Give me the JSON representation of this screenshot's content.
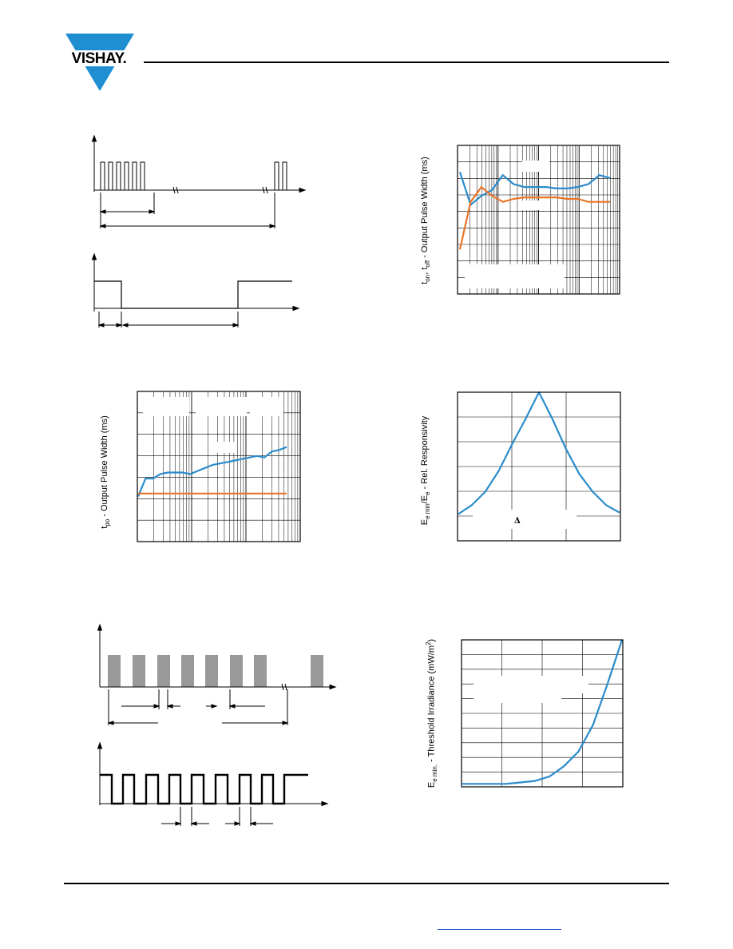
{
  "header": {
    "brand": "VISHAY.",
    "brand_color": "#1f8fd2"
  },
  "colors": {
    "blue_series": "#2a8ccc",
    "orange_series": "#ea7427",
    "axis": "#000000"
  },
  "labels": {
    "ton_toff_main": "t",
    "ton_sub": "on",
    "ton_sep": ", t",
    "toff_sub": "off",
    "ton_toff_rest": " - Output Pulse Width (ms)",
    "tpo_main": "t",
    "tpo_sub": "po",
    "tpo_rest": " - Output Pulse Width (ms)",
    "resp_main": "E",
    "resp_sub1": "e min",
    "resp_sep": "/E",
    "resp_sub2": "e",
    "resp_rest": " - Rel. Responsivity",
    "thr_main": "E",
    "thr_sub": "e min.",
    "thr_rest": " - Threshold Irradiance (mW/m",
    "thr_sup": "2",
    "thr_close": ")",
    "delta_symbol": "Δ"
  },
  "chart_data": [
    {
      "type": "line",
      "series": [
        {
          "values": [
            0.82,
            0.6,
            0.66,
            0.7,
            0.8,
            0.74,
            0.72,
            0.72,
            0.72,
            0.71,
            0.71,
            0.72,
            0.74,
            0.8,
            0.78
          ]
        },
        {
          "values": [
            0.3,
            0.62,
            0.72,
            0.66,
            0.62,
            0.64,
            0.65,
            0.65,
            0.65,
            0.65,
            0.64,
            0.64,
            0.62,
            0.62,
            0.62
          ]
        }
      ],
      "scale": "log-x"
    },
    {
      "type": "line",
      "series": [
        {
          "values": [
            0.3,
            0.42,
            0.42,
            0.45,
            0.46,
            0.46,
            0.46,
            0.45,
            0.47,
            0.49,
            0.51,
            0.52,
            0.53,
            0.54,
            0.55,
            0.56,
            0.57,
            0.56,
            0.6,
            0.61,
            0.63
          ]
        },
        {
          "values": [
            0.32,
            0.32,
            0.32,
            0.32,
            0.32,
            0.32,
            0.32,
            0.32,
            0.32,
            0.32
          ]
        }
      ],
      "scale": "log-x"
    },
    {
      "type": "line",
      "series": [
        {
          "values": [
            0.18,
            0.24,
            0.33,
            0.47,
            0.65,
            0.82,
            1.0,
            0.82,
            0.62,
            0.45,
            0.33,
            0.24,
            0.19
          ]
        }
      ]
    },
    {
      "type": "line",
      "series": [
        {
          "values": [
            0.02,
            0.02,
            0.02,
            0.02,
            0.03,
            0.04,
            0.07,
            0.14,
            0.24,
            0.42,
            0.7,
            1.0
          ]
        }
      ]
    }
  ]
}
